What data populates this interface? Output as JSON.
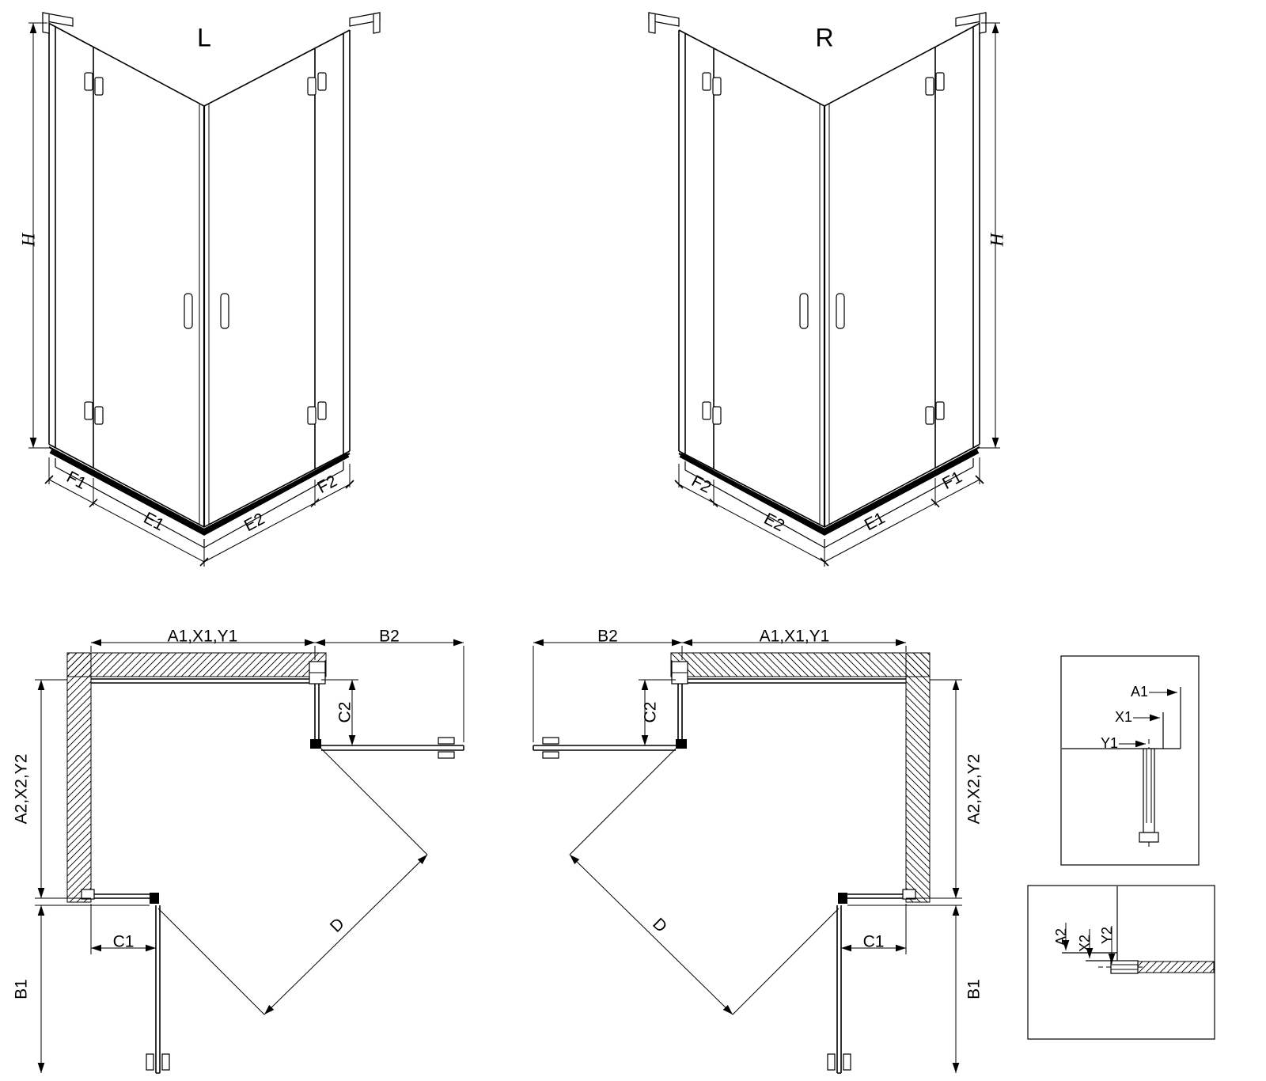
{
  "colors": {
    "line": "#000000",
    "background": "#ffffff"
  },
  "iso_left": {
    "title": "L",
    "h": "H",
    "f1": "F1",
    "e1": "E1",
    "e2": "E2",
    "f2": "F2"
  },
  "iso_right": {
    "title": "R",
    "h": "H",
    "f1": "F1",
    "e1": "E1",
    "e2": "E2",
    "f2": "F2"
  },
  "plan_left": {
    "a1": "A1,X1,Y1",
    "b2": "B2",
    "c2": "C2",
    "a2": "A2,X2,Y2",
    "c1": "C1",
    "b1": "B1",
    "d": "D"
  },
  "plan_right": {
    "a1": "A1,X1,Y1",
    "b2": "B2",
    "c2": "C2",
    "a2": "A2,X2,Y2",
    "c1": "C1",
    "b1": "B1",
    "d": "D"
  },
  "detail_top": {
    "a1": "A1",
    "x1": "X1",
    "y1": "Y1"
  },
  "detail_bottom": {
    "a2": "A2",
    "x2": "X2",
    "y2": "Y2"
  }
}
